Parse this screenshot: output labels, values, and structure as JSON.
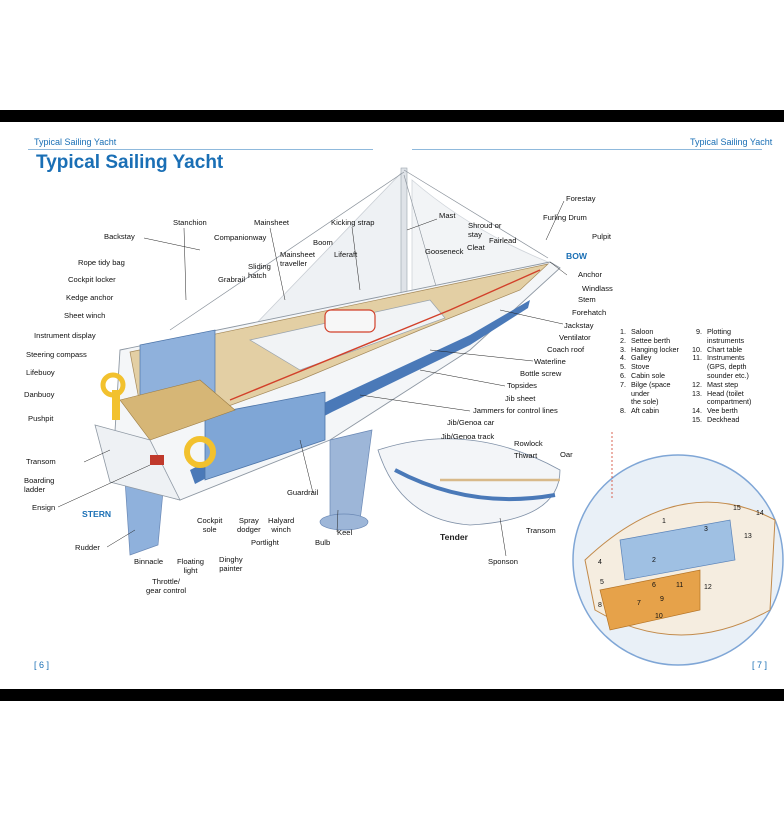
{
  "header": {
    "running_left": "Typical Sailing Yacht",
    "running_right": "Typical Sailing Yacht",
    "title": "Typical Sailing Yacht"
  },
  "page_numbers": {
    "left": "[ 6 ]",
    "right": "[ 7 ]"
  },
  "tags": {
    "bow": "BOW",
    "stern": "STERN",
    "tender": "Tender"
  },
  "labels": {
    "stanchion": "Stanchion",
    "mainsheet": "Mainsheet",
    "kicking_strap": "Kicking strap",
    "mast": "Mast",
    "forestay": "Forestay",
    "backstay": "Backstay",
    "companionway": "Companionway",
    "boom": "Boom",
    "shroud": "Shroud or\nstay",
    "furling_drum": "Furling Drum",
    "fairlead": "Fairlead",
    "pulpit": "Pulpit",
    "rope_tidy_bag": "Rope tidy bag",
    "sliding_hatch": "Sliding\nhatch",
    "mainsheet_traveller": "Mainsheet\ntraveller",
    "liferaft": "Liferaft",
    "gooseneck": "Gooseneck",
    "cleat": "Cleat",
    "anchor": "Anchor",
    "cockpit_locker": "Cockpit locker",
    "grabrail": "Grabrail",
    "windlass": "Windlass",
    "kedge_anchor": "Kedge anchor",
    "stem": "Stem",
    "forehatch": "Forehatch",
    "sheet_winch": "Sheet winch",
    "jackstay": "Jackstay",
    "instrument_display": "Instrument display",
    "ventilator": "Ventilator",
    "coach_roof": "Coach roof",
    "steering_compass": "Steering compass",
    "waterline": "Waterline",
    "lifebuoy": "Lifebuoy",
    "bottle_screw": "Bottle screw",
    "topsides": "Topsides",
    "danbuoy": "Danbuoy",
    "jib_sheet": "Jib sheet",
    "pushpit": "Pushpit",
    "jammers": "Jammers for control lines",
    "jib_genoa_car": "Jib/Genoa car",
    "jib_genoa_track": "Jib/Genoa track",
    "rowlock": "Rowlock",
    "transom_hull": "Transom",
    "thwart": "Thwart",
    "oar": "Oar",
    "boarding_ladder": "Boarding\nladder",
    "ensign": "Ensign",
    "guardrail": "Guardrail",
    "cockpit_sole": "Cockpit\nsole",
    "spray_dodger": "Spray\ndodger",
    "halyard_winch": "Halyard\nwinch",
    "keel": "Keel",
    "transom_tender": "Transom",
    "rudder": "Rudder",
    "portlight": "Portlight",
    "bulb": "Bulb",
    "binnacle": "Binnacle",
    "floating_light": "Floating\nlight",
    "dinghy_painter": "Dinghy\npainter",
    "sponson": "Sponson",
    "throttle": "Throttle/\ngear control"
  },
  "legend_left": [
    {
      "n": "1.",
      "t": "Saloon"
    },
    {
      "n": "2.",
      "t": "Settee berth"
    },
    {
      "n": "3.",
      "t": "Hanging locker"
    },
    {
      "n": "4.",
      "t": "Galley"
    },
    {
      "n": "5.",
      "t": "Stove"
    },
    {
      "n": "6.",
      "t": "Cabin sole"
    },
    {
      "n": "7.",
      "t": "Bilge (space\nunder\nthe sole)"
    },
    {
      "n": "8.",
      "t": "Aft cabin"
    }
  ],
  "legend_right": [
    {
      "n": "9.",
      "t": "Plotting\ninstruments"
    },
    {
      "n": "10.",
      "t": "Chart table"
    },
    {
      "n": "11.",
      "t": "Instruments\n(GPS, depth\nsounder etc.)"
    },
    {
      "n": "12.",
      "t": "Mast step"
    },
    {
      "n": "13.",
      "t": "Head (toilet\ncompartment)"
    },
    {
      "n": "14.",
      "t": "Vee berth"
    },
    {
      "n": "15.",
      "t": "Deckhead"
    }
  ],
  "inset_numbers": [
    "1",
    "2",
    "3",
    "4",
    "5",
    "6",
    "7",
    "8",
    "9",
    "10",
    "11",
    "12",
    "13",
    "14",
    "15"
  ],
  "colors": {
    "accent_blue": "#1a6fb5",
    "hull_white": "#f4f6f8",
    "hull_blue": "#7fa6d6",
    "deck_teak": "#d9b97c",
    "rope_red": "#d2402a",
    "lifebuoy_yellow": "#f2c12e"
  }
}
